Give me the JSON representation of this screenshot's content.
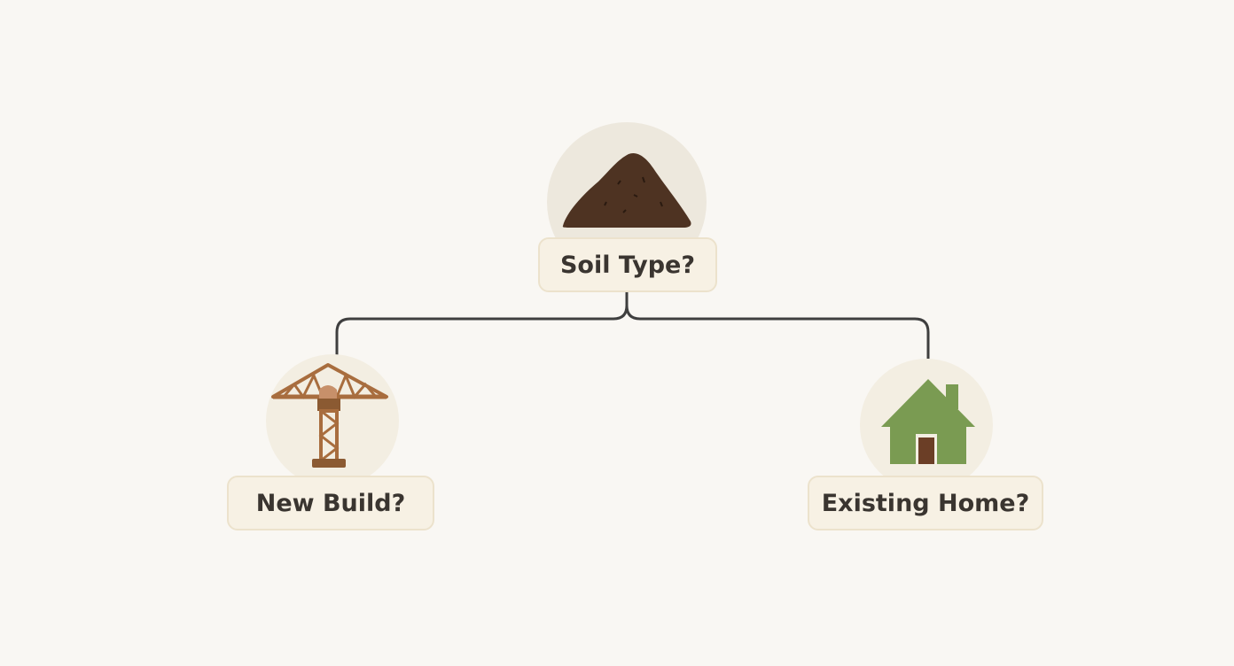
{
  "nodes": {
    "root": {
      "label": "Soil Type?",
      "icon": "soil-pile-icon"
    },
    "left": {
      "label": "New Build?",
      "icon": "construction-crane-icon"
    },
    "right": {
      "label": "Existing Home?",
      "icon": "house-icon"
    }
  },
  "colors": {
    "background": "#f9f7f3",
    "label_fill": "#f7f1e4",
    "label_border": "#ece2cc",
    "connector": "#3f3f3f",
    "soil": "#4e3322",
    "crane": "#a86d3e",
    "house": "#7a9b52",
    "door": "#6b3e26"
  }
}
